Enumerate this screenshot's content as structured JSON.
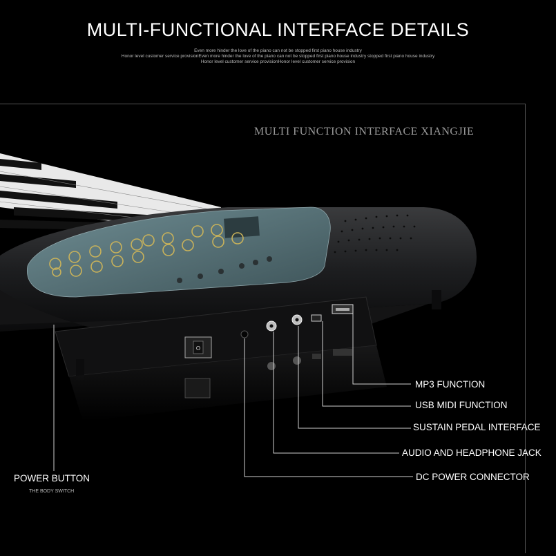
{
  "header": {
    "title": "MULTI-FUNCTIONAL INTERFACE DETAILS",
    "subtitle_lines": [
      "Even more hinder the love of the piano can not be stopped first piano house industry",
      "Honor level customer service provisionEven more hinder the love of the piano can not be stopped first piano house industry stopped first piano house industry",
      "Honor level customer service provisionHonor level customer service provision"
    ]
  },
  "panel": {
    "heading": "MULTI FUNCTION INTERFACE XIANGJIE"
  },
  "callouts": {
    "mp3": "MP3 FUNCTION",
    "usb_midi": "USB MIDI FUNCTION",
    "sustain": "SUSTAIN PEDAL INTERFACE",
    "audio": "AUDIO AND HEADPHONE JACK",
    "dc_power": "DC POWER CONNECTOR",
    "power_button": "POWER BUTTON",
    "power_button_sub": "THE BODY SWITCH"
  },
  "colors": {
    "background": "#000000",
    "text": "#ffffff",
    "panel_teal": "#5f7f86",
    "button_gold": "#c9b25a",
    "leader_line": "#d0d0d0"
  }
}
